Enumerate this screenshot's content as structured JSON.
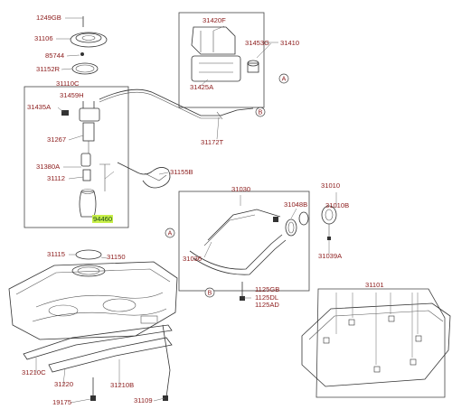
{
  "parts": {
    "p1249GB": "1249GB",
    "p31106": "31106",
    "p85744": "85744",
    "p31152R": "31152R",
    "p31110C": "31110C",
    "p31459H": "31459H",
    "p31435A": "31435A",
    "p31267": "31267",
    "p31380A": "31380A",
    "p31112": "31112",
    "p94460": "94460",
    "p31155B": "31155B",
    "p31420F": "31420F",
    "p31453G": "31453G",
    "p31410": "31410",
    "p31425A": "31425A",
    "p31172T": "31172T",
    "p31030": "31030",
    "p31048B": "31048B",
    "p31010": "31010",
    "p31010B": "31010B",
    "p31036": "31036",
    "p31039A": "31039A",
    "p31115": "31115",
    "p31150": "31150",
    "p1125GB": "1125GB",
    "p1125DL": "1125DL",
    "p1125AD": "1125AD",
    "p31101": "31101",
    "p31210C": "31210C",
    "p31220": "31220",
    "p31210B": "31210B",
    "p19175": "19175",
    "p31109": "31109"
  },
  "refs": {
    "a_canister": "A",
    "a_filler": "A",
    "b_line": "B",
    "b_neck": "B"
  },
  "colors": {
    "label_text": "#8b1a1a",
    "highlight_bg": "#c8ef4a",
    "line": "#333333"
  }
}
